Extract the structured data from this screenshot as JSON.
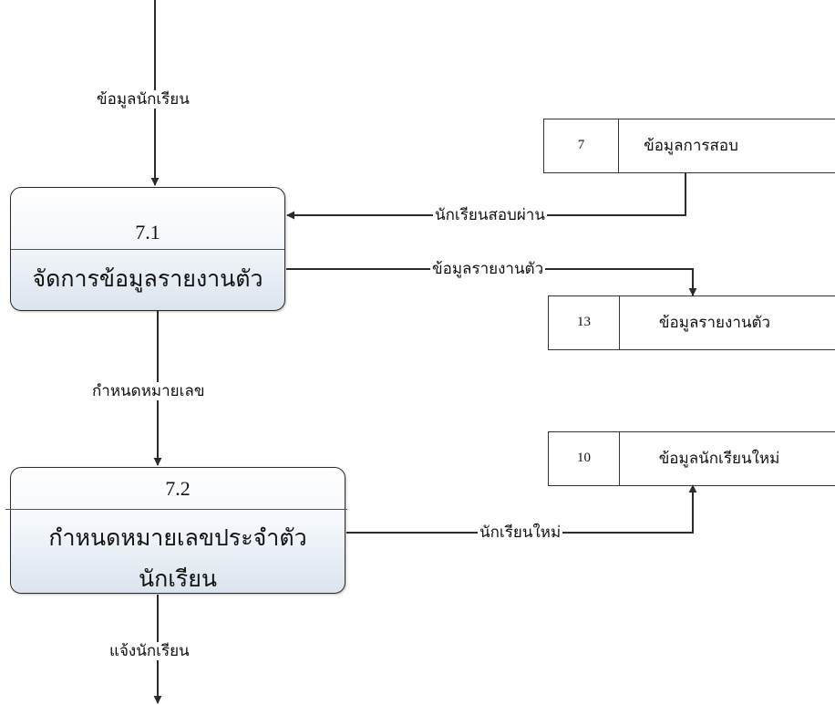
{
  "processes": [
    {
      "id": "7.1",
      "name_lines": [
        "จัดการข้อมูลรายงานตัว"
      ]
    },
    {
      "id": "7.2",
      "name_lines": [
        "กำหนดหมายเลขประจำตัว",
        "นักเรียน"
      ]
    }
  ],
  "data_stores": [
    {
      "id": "7",
      "name": "ข้อมูลการสอบ"
    },
    {
      "id": "13",
      "name": "ข้อมูลรายงานตัว"
    },
    {
      "id": "10",
      "name": "ข้อมูลนักเรียนใหม่"
    }
  ],
  "flows": [
    {
      "label": "ข้อมูลนักเรียน"
    },
    {
      "label": "นักเรียนสอบผ่าน"
    },
    {
      "label": "ข้อมูลรายงานตัว"
    },
    {
      "label": "กำหนดหมายเลข"
    },
    {
      "label": "นักเรียนใหม่"
    },
    {
      "label": "แจ้งนักเรียน"
    }
  ],
  "colors": {
    "line": "#2b2b2b",
    "process_fill_bottom": "#dbe4ee"
  }
}
